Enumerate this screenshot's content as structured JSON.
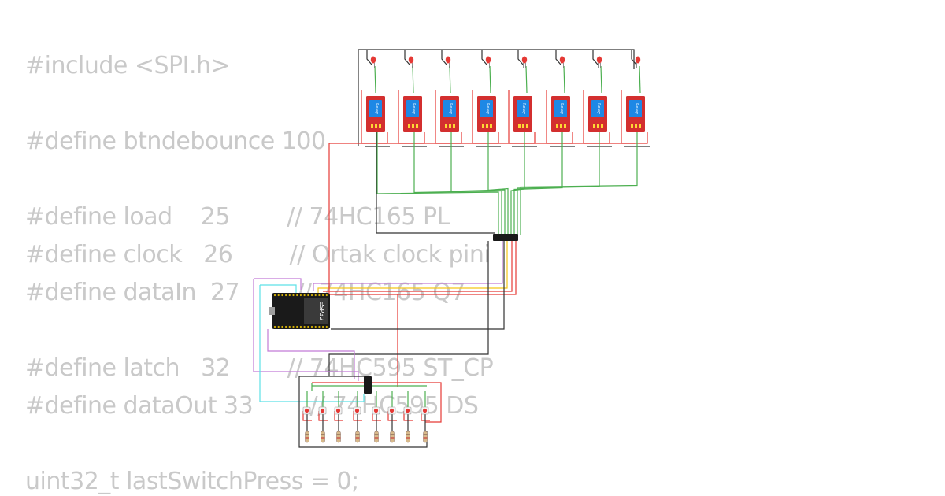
{
  "code_lines": [
    {
      "text": "#include <SPI.h>"
    },
    {
      "text": ""
    },
    {
      "text": "#define btndebounce 100"
    },
    {
      "text": ""
    },
    {
      "text": "#define load    25        // 74HC165 PL"
    },
    {
      "text": "#define clock   26        // Ortak clock pini"
    },
    {
      "text": "#define dataIn  27        // 74HC165 Q7"
    },
    {
      "text": ""
    },
    {
      "text": "#define latch   32        // 74HC595 ST_CP"
    },
    {
      "text": "#define dataOut 33        // 74HC595 DS"
    },
    {
      "text": ""
    },
    {
      "text": "uint32_t lastSwitchPress = 0;"
    }
  ],
  "circuit": {
    "board_label": "ESP32",
    "relay_module_label": "Relay",
    "relay_count": 8,
    "led_count": 8,
    "button_count": 8,
    "resistor_count": 8,
    "colors": {
      "code_text": "#c9c9c9",
      "wire_black": "#333333",
      "wire_green": "#4caf50",
      "wire_red": "#e53935",
      "wire_cyan": "#5ce1e6",
      "wire_violet": "#c27bd6",
      "wire_yellow": "#f5c518",
      "relay_board": "#d32f2f",
      "relay_body": "#1e88e5",
      "led": "#e53935",
      "board": "#1a1a1a"
    }
  }
}
